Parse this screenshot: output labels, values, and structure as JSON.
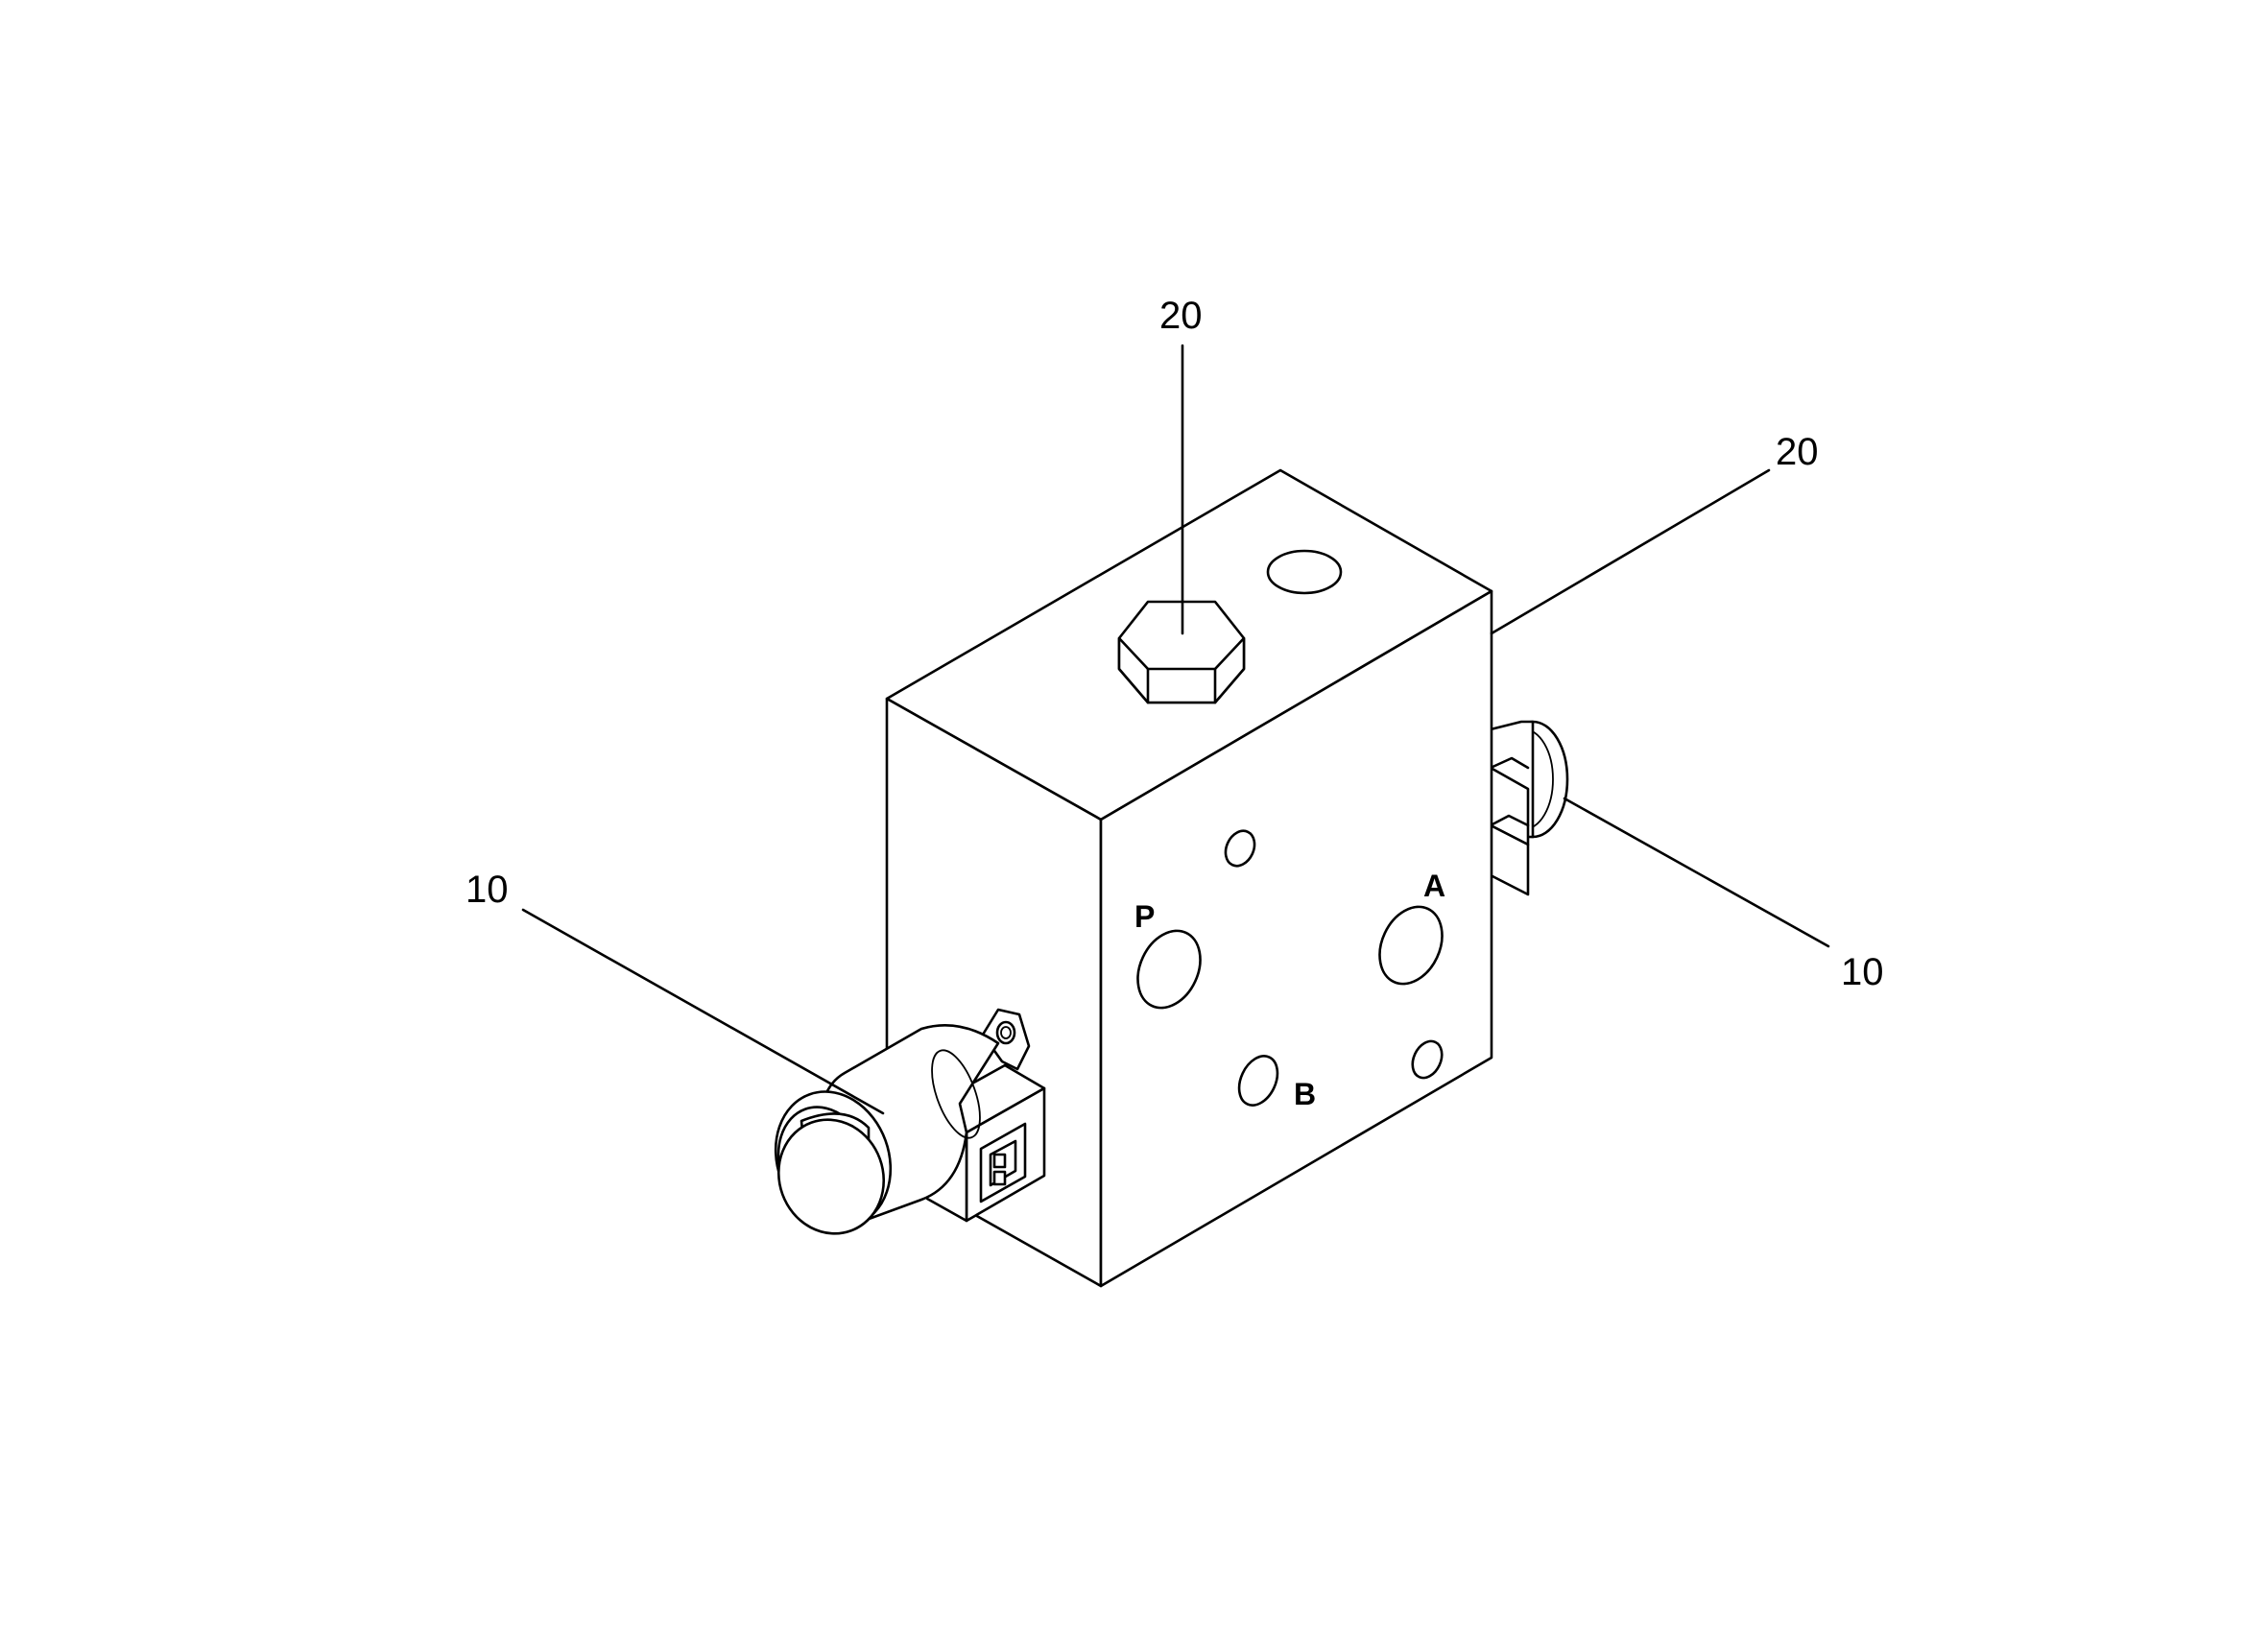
{
  "callouts": {
    "top_plug": "20",
    "right_plug": "20",
    "left_solenoid": "10",
    "right_solenoid": "10"
  },
  "ports": {
    "p": "P",
    "a": "A",
    "b": "B"
  },
  "colors": {
    "line": "#000000",
    "background": "#ffffff"
  }
}
